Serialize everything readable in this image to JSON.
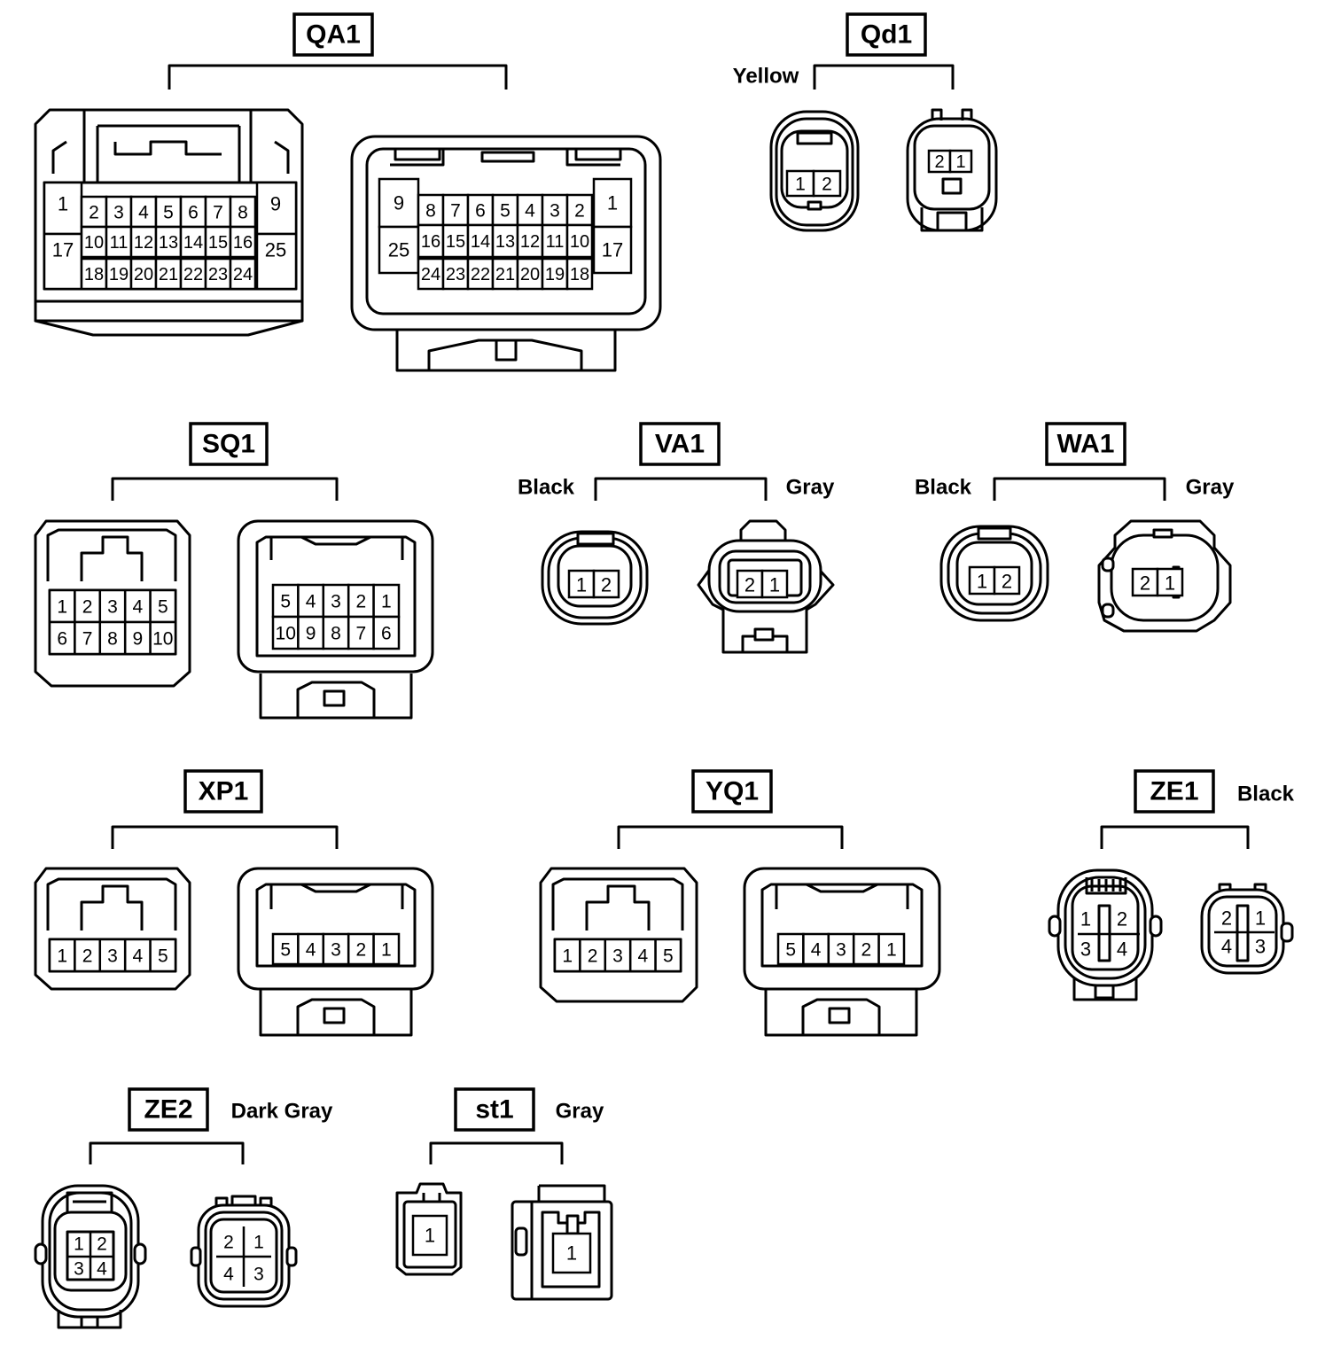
{
  "connectors": {
    "qa1": {
      "label": "QA1"
    },
    "qd1": {
      "label": "Qd1",
      "color_left": "Yellow"
    },
    "sq1": {
      "label": "SQ1"
    },
    "va1": {
      "label": "VA1",
      "color_left": "Black",
      "color_right": "Gray"
    },
    "wa1": {
      "label": "WA1",
      "color_left": "Black",
      "color_right": "Gray"
    },
    "xp1": {
      "label": "XP1"
    },
    "yq1": {
      "label": "YQ1"
    },
    "ze1": {
      "label": "ZE1",
      "color": "Black"
    },
    "ze2": {
      "label": "ZE2",
      "color": "Dark Gray"
    },
    "st1": {
      "label": "st1",
      "color": "Gray"
    }
  },
  "pins": {
    "qa1_left": {
      "single_col_left": [
        "1",
        "17"
      ],
      "single_col_right": [
        "9",
        "25"
      ],
      "row1": [
        "2",
        "3",
        "4",
        "5",
        "6",
        "7",
        "8"
      ],
      "row2": [
        "10",
        "11",
        "12",
        "13",
        "14",
        "15",
        "16"
      ],
      "row3": [
        "18",
        "19",
        "20",
        "21",
        "22",
        "23",
        "24"
      ]
    },
    "qa1_right": {
      "single_col_left": [
        "9",
        "25"
      ],
      "single_col_right": [
        "1",
        "17"
      ],
      "row1": [
        "8",
        "7",
        "6",
        "5",
        "4",
        "3",
        "2"
      ],
      "row2": [
        "16",
        "15",
        "14",
        "13",
        "12",
        "11",
        "10"
      ],
      "row3": [
        "24",
        "23",
        "22",
        "21",
        "20",
        "19",
        "18"
      ]
    },
    "two_pin_a": [
      "1",
      "2"
    ],
    "two_pin_b": [
      "2",
      "1"
    ],
    "ten_pin_a": {
      "row1": [
        "1",
        "2",
        "3",
        "4",
        "5"
      ],
      "row2": [
        "6",
        "7",
        "8",
        "9",
        "10"
      ]
    },
    "ten_pin_b": {
      "row1": [
        "5",
        "4",
        "3",
        "2",
        "1"
      ],
      "row2": [
        "10",
        "9",
        "8",
        "7",
        "6"
      ]
    },
    "five_pin_a": [
      "1",
      "2",
      "3",
      "4",
      "5"
    ],
    "five_pin_b": [
      "5",
      "4",
      "3",
      "2",
      "1"
    ],
    "four_pin_a": {
      "top": [
        "1",
        "2"
      ],
      "bottom": [
        "3",
        "4"
      ]
    },
    "four_pin_b": {
      "top": [
        "2",
        "1"
      ],
      "bottom": [
        "4",
        "3"
      ]
    },
    "one_pin": [
      "1"
    ]
  }
}
